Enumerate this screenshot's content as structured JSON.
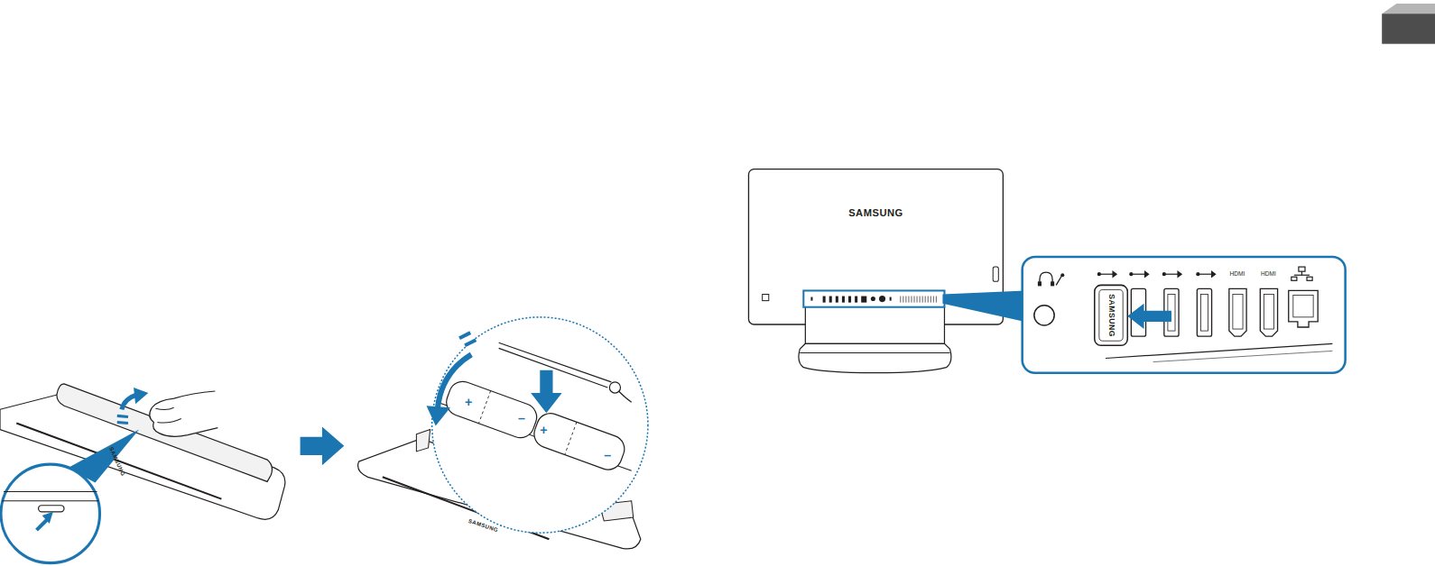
{
  "diagram": {
    "labels": [
      "SAMSUNG",
      "+",
      "–",
      "+",
      "–",
      "SAMSUNG",
      "SAMSUNG",
      "HDMI",
      "HDMI",
      "SAMSUNG"
    ]
  }
}
